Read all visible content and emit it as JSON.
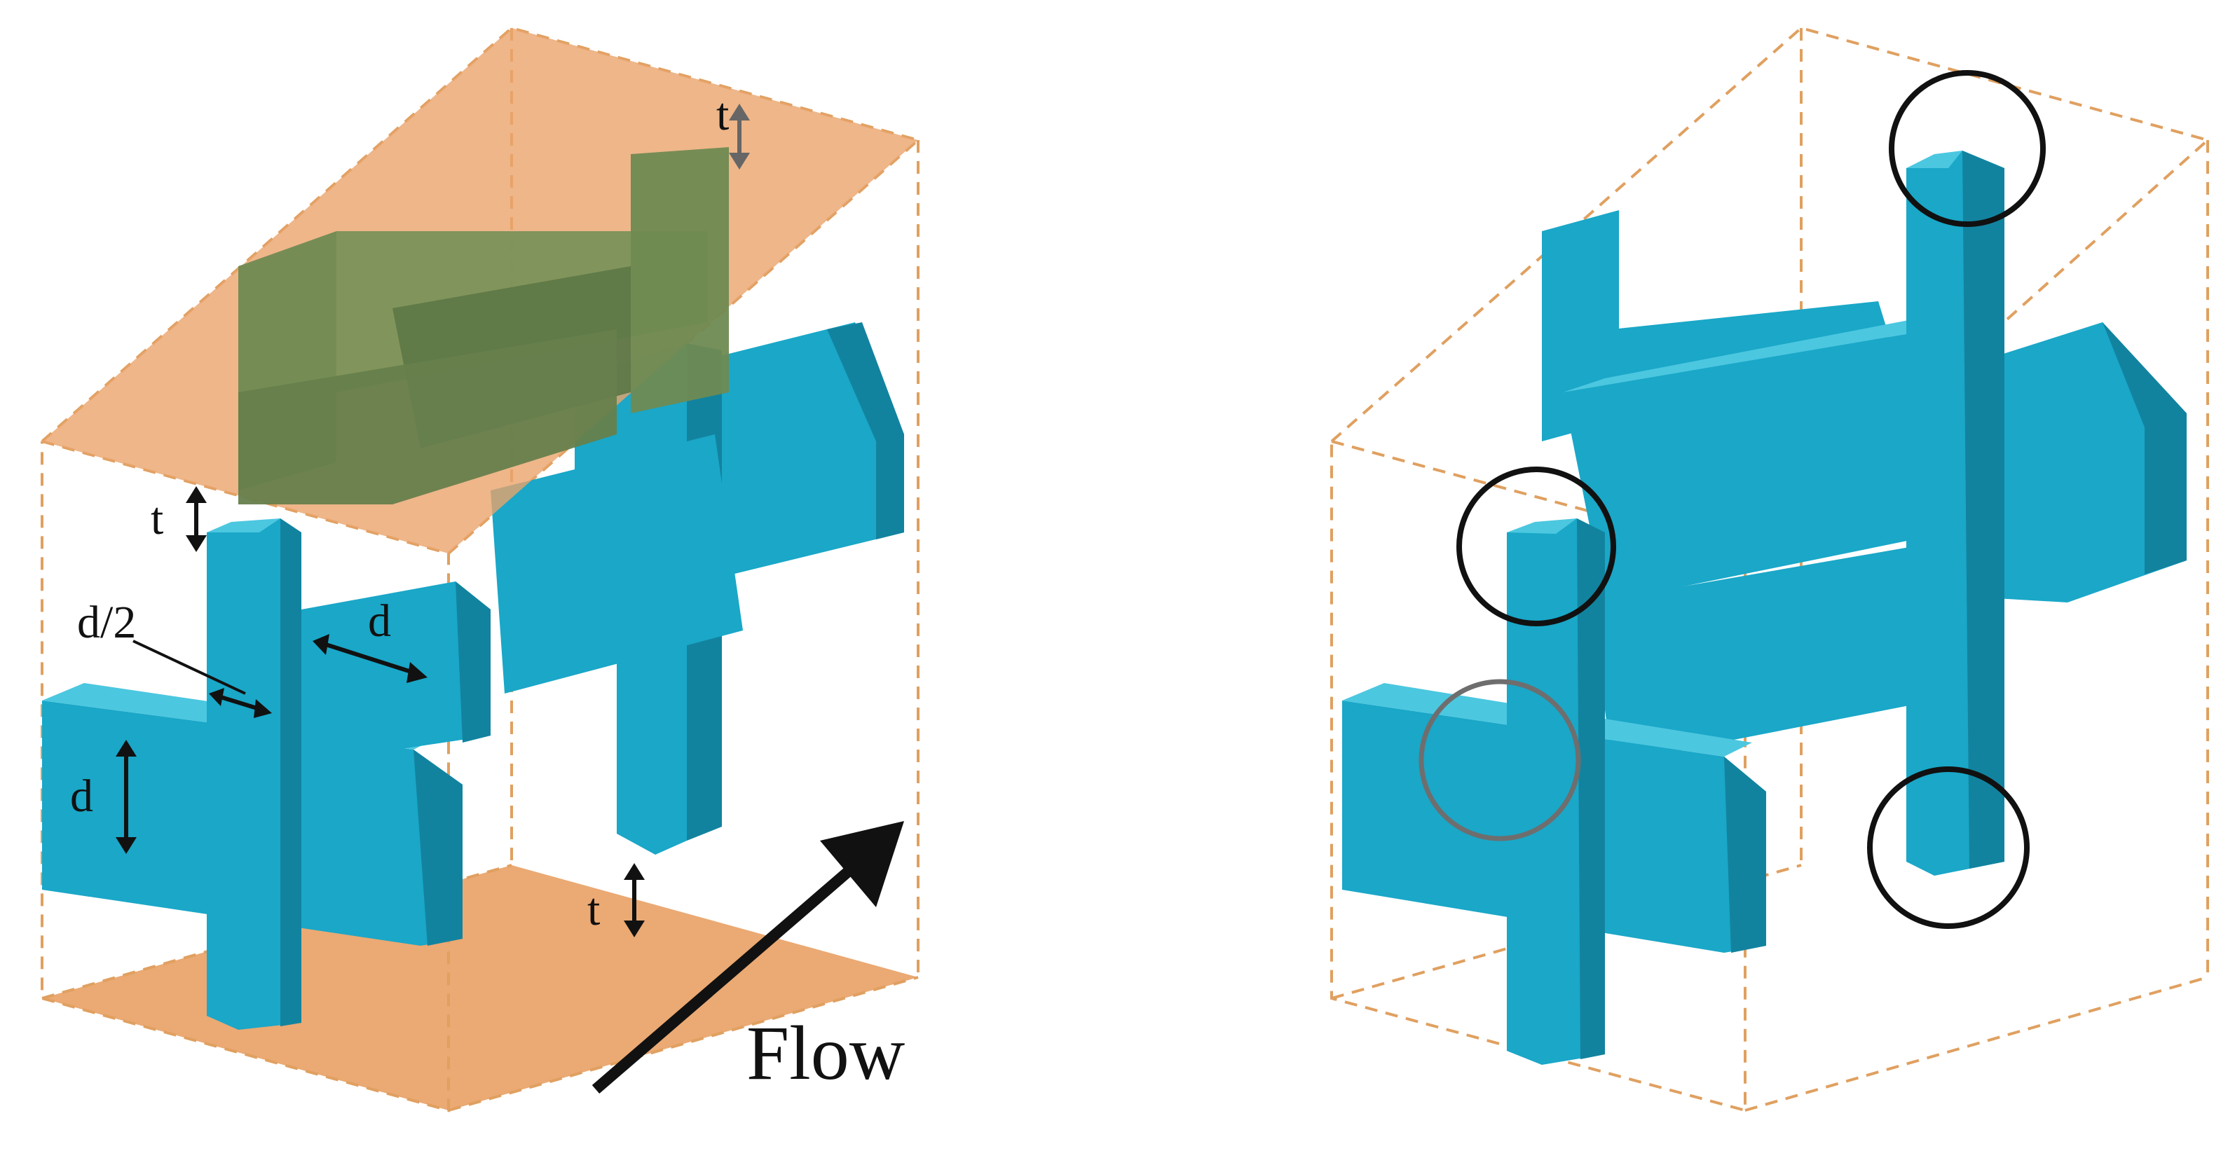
{
  "labels": {
    "t_top": "t",
    "t_upper_left": "t",
    "t_bottom": "t",
    "d_half": "d/2",
    "d_horizontal": "d",
    "d_vertical": "d",
    "flow": "Flow"
  },
  "colors": {
    "fluid_blue": "#1aa7c8",
    "fluid_blue_dark": "#12839f",
    "fluid_blue_light": "#4cc7e0",
    "plate_orange": "#eaa46c",
    "plate_orange_light": "#f1bf94",
    "overlap_olive": "#6f8a52",
    "box_dash": "#e0a060",
    "circle_black": "#111111",
    "circle_gray": "#6e6e6e"
  }
}
